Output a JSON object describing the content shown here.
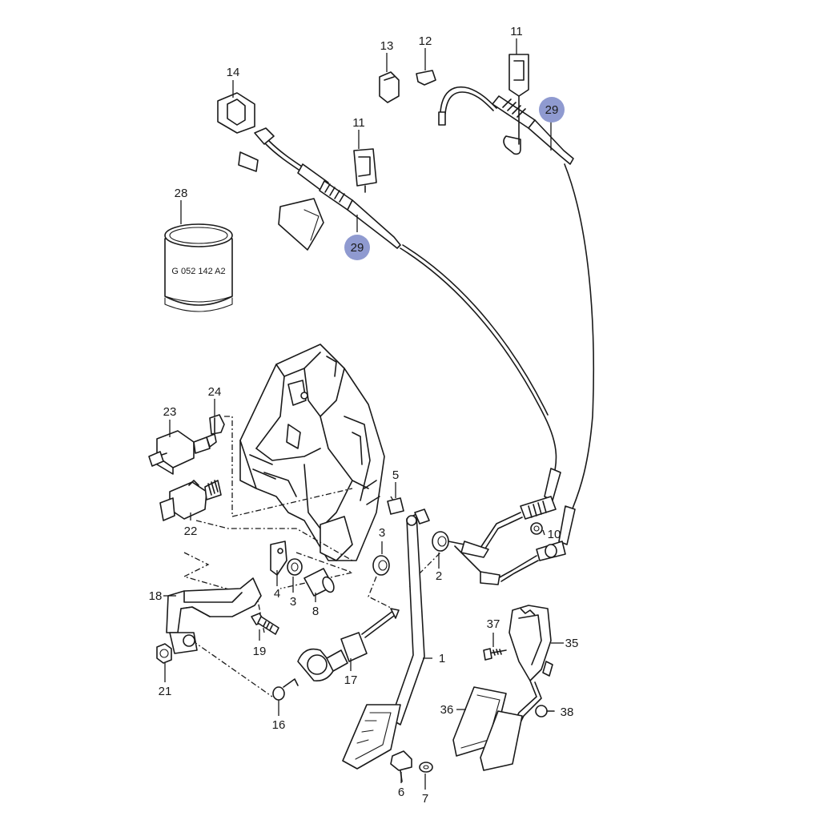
{
  "diagram": {
    "callouts": {
      "c1": "1",
      "c2": "2",
      "c3a": "3",
      "c3b": "3",
      "c4": "4",
      "c5": "5",
      "c6": "6",
      "c7": "7",
      "c8": "8",
      "c10": "10",
      "c11a": "11",
      "c11b": "11",
      "c12": "12",
      "c13": "13",
      "c14": "14",
      "c16": "16",
      "c17": "17",
      "c18": "18",
      "c19": "19",
      "c21": "21",
      "c22": "22",
      "c23": "23",
      "c24": "24",
      "c28": "28",
      "c29a": "29",
      "c29b": "29",
      "c35": "35",
      "c36": "36",
      "c37": "37",
      "c38": "38"
    },
    "part_28_marking": "G 052 142 A2",
    "highlight_color": "#8f9ad0"
  }
}
